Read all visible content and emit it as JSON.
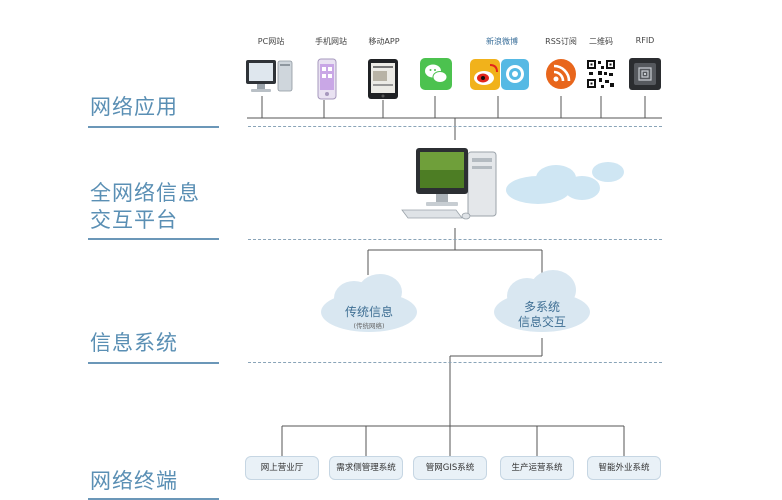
{
  "layers": {
    "network_apps": "网络应用",
    "platform_line1": "全网络信息",
    "platform_line2": "交互平台",
    "info_system": "信息系统",
    "terminals": "网络终端"
  },
  "apps": [
    {
      "label": "PC网站",
      "icon": "monitor-icon"
    },
    {
      "label": "手机网站",
      "icon": "phone-icon"
    },
    {
      "label": "移动APP",
      "icon": "tablet-icon"
    },
    {
      "label": "",
      "icon": "wechat-icon"
    },
    {
      "label": "新浪微博",
      "icon": "weibo-icon"
    },
    {
      "label": "RSS订阅",
      "icon": "rss-icon"
    },
    {
      "label": "二维码",
      "icon": "qrcode-icon"
    },
    {
      "label": "RFID",
      "icon": "rfid-icon"
    }
  ],
  "clouds": {
    "traditional_main": "传统信息",
    "traditional_sub": "(传统网络)",
    "multi_line1": "多系统",
    "multi_line2": "信息交互"
  },
  "terminals": [
    "网上营业厅",
    "需求侧管理系统",
    "管网GIS系统",
    "生产运营系统",
    "智能外业系统"
  ],
  "colors": {
    "accent": "#5a8fb4",
    "cloud": "#d9e7f1"
  }
}
